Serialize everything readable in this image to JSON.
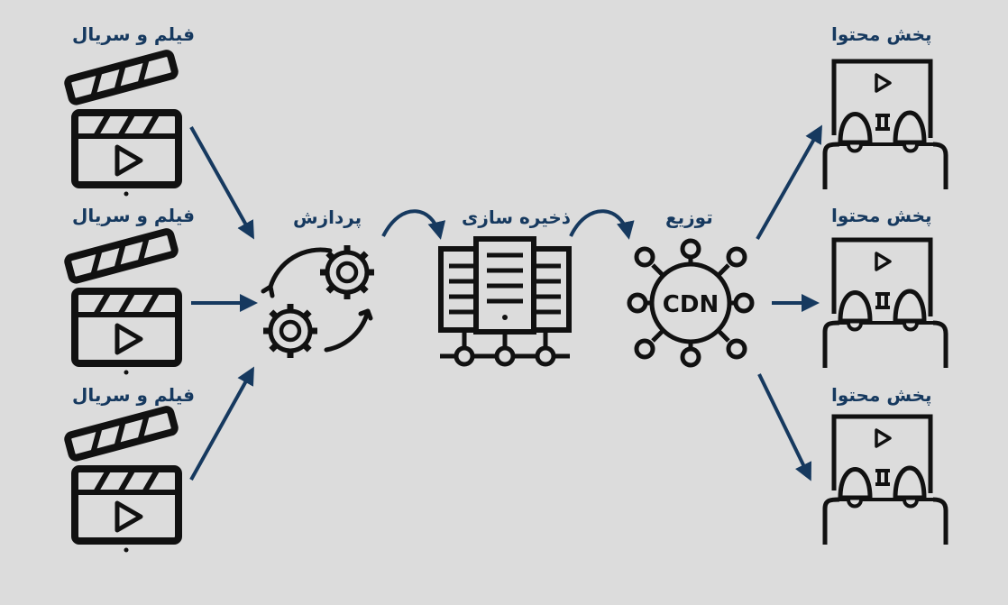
{
  "sources": [
    {
      "label": "فیلم و سریال"
    },
    {
      "label": "فیلم و سریال"
    },
    {
      "label": "فیلم و سریال"
    }
  ],
  "stages": {
    "processing": "پردازش",
    "storage": "ذخیره سازی",
    "distribution": "توزیع",
    "cdn_text": "CDN"
  },
  "outputs": [
    {
      "label": "پخش محتوا"
    },
    {
      "label": "پخش محتوا"
    },
    {
      "label": "پخش محتوا"
    }
  ],
  "colors": {
    "background": "#dcdcdc",
    "accent": "#16395f",
    "icon": "#111111"
  },
  "icons": {
    "source": "clapperboard-icon",
    "processing": "gears-icon",
    "storage": "server-icon",
    "distribution": "cdn-network-icon",
    "output": "cinema-audience-icon"
  }
}
